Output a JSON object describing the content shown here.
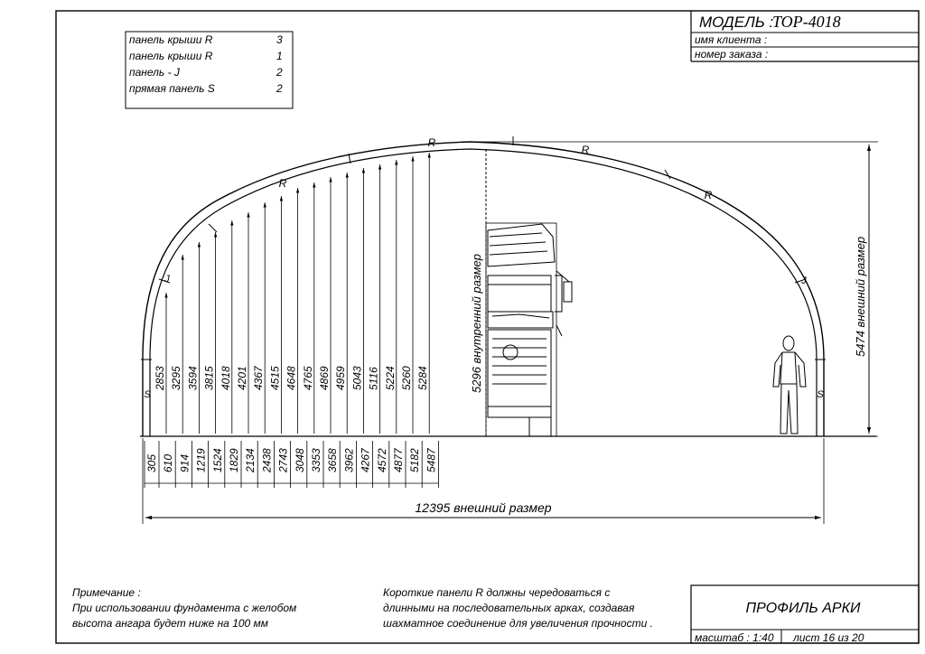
{
  "title_block": {
    "model_label": "МОДЕЛЬ :",
    "model_value": "TOP-4018",
    "client_label": "имя клиента :",
    "order_label": "номер заказа :",
    "sheet_title": "ПРОФИЛЬ АРКИ",
    "scale": "масштаб : 1:40",
    "sheet": "лист  16  из  20"
  },
  "panel_table": [
    {
      "name": "панель крыши R",
      "qty": "3"
    },
    {
      "name": "панель крыши R",
      "qty": "1"
    },
    {
      "name": "панель - J",
      "qty": "2"
    },
    {
      "name": "прямая панель  S",
      "qty": "2"
    }
  ],
  "arch": {
    "panel_labels": [
      "S",
      "J",
      "R",
      "R",
      "R",
      "R",
      "J",
      "S"
    ],
    "heights": [
      "2853",
      "3295",
      "3594",
      "3815",
      "4018",
      "4201",
      "4367",
      "4515",
      "4648",
      "4765",
      "4869",
      "4959",
      "5043",
      "5116",
      "5224",
      "5260",
      "5284"
    ],
    "offsets": [
      "305",
      "610",
      "914",
      "1219",
      "1524",
      "1829",
      "2134",
      "2438",
      "2743",
      "3048",
      "3353",
      "3658",
      "3962",
      "4267",
      "4572",
      "4877",
      "5182",
      "5487"
    ],
    "inner_height_label": "5296  внутренний размер",
    "outer_height_label": "5474  внешний размер",
    "outer_width_label": "12395  внешний размер"
  },
  "notes": {
    "left_title": "Примечание :",
    "left_lines": [
      "При использовании фундамента с желобом",
      "высота ангара будет ниже на  100  мм"
    ],
    "right_lines": [
      "Короткие панели  R  должны чередоваться  с",
      "длинными на последовательных арках, создавая",
      "шахматное соединение для увеличения прочности ."
    ]
  }
}
